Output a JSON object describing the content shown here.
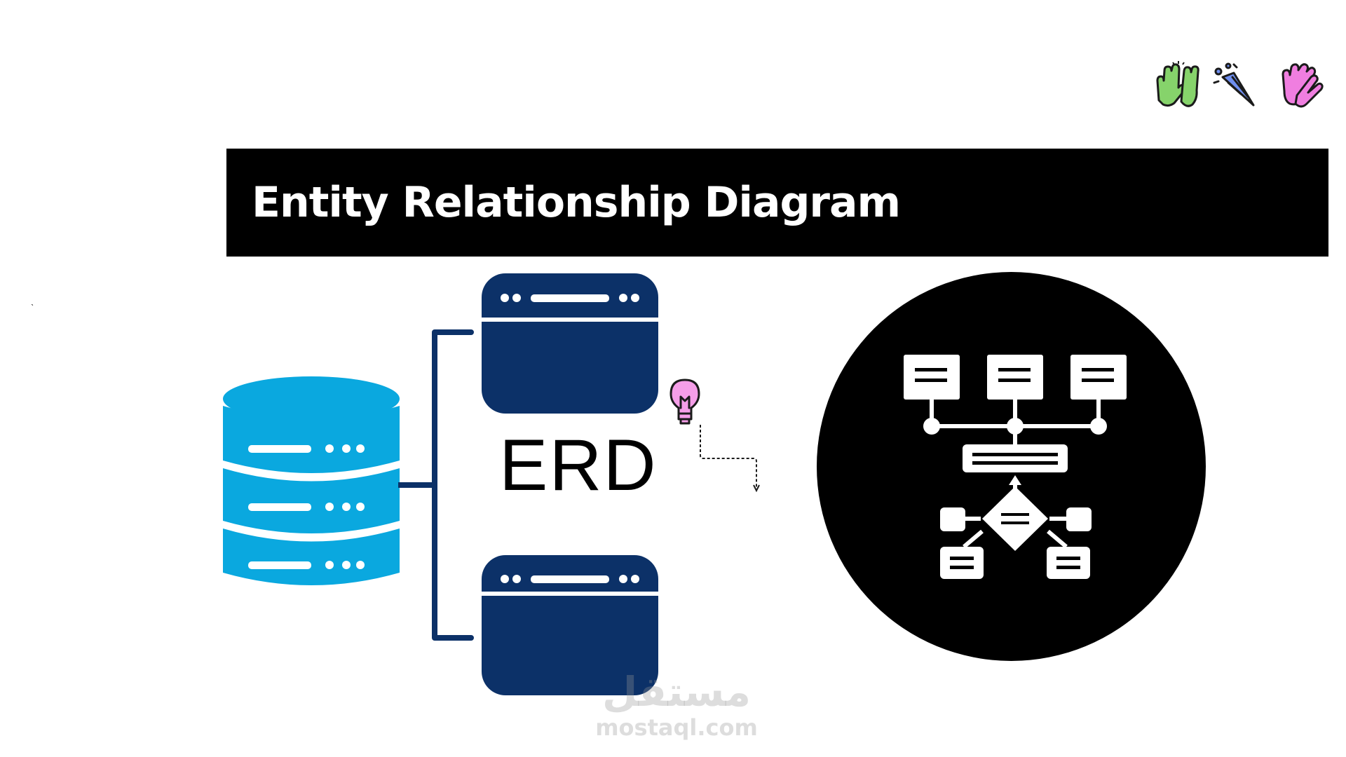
{
  "slide": {
    "title": "Entity Relationship Diagram",
    "erd_label": "ERD"
  },
  "watermark": {
    "arabic": "مستقل",
    "latin": "mostaql.com"
  },
  "colors": {
    "banner": "#000000",
    "database": "#0aa8df",
    "window": "#0c3168",
    "connector": "#0c3168",
    "circle": "#000000",
    "sticker_hands": "#86d36b",
    "sticker_party": "#6f8ff0",
    "sticker_clap": "#f07ee0",
    "bulb": "#f59ee8"
  },
  "icons": {
    "database": "database-icon",
    "window_top": "browser-window-icon",
    "window_bottom": "browser-window-icon",
    "flowchart": "flowchart-icon",
    "bulb": "lightbulb-icon",
    "stickers": [
      "high-five-icon",
      "party-popper-icon",
      "clapping-hands-icon"
    ]
  }
}
